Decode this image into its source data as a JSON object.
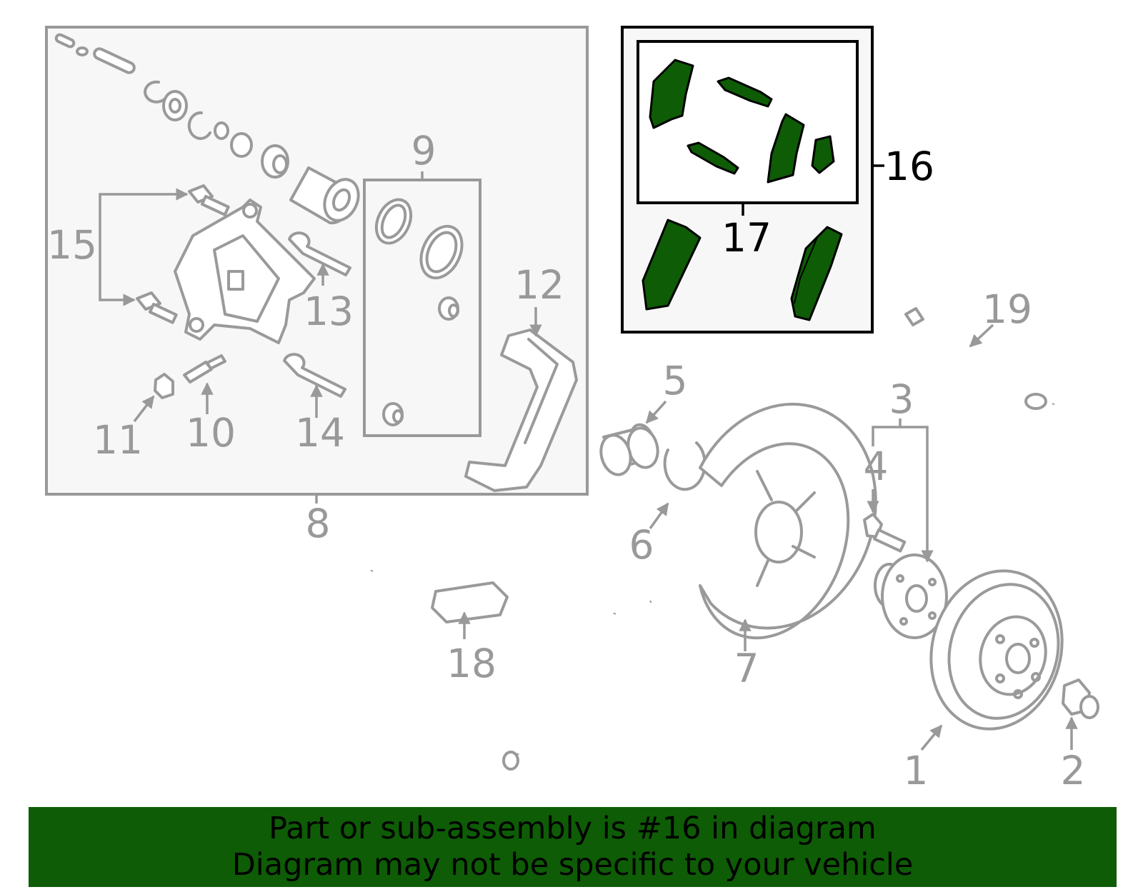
{
  "callouts": {
    "c1": "1",
    "c2": "2",
    "c3": "3",
    "c4": "4",
    "c5": "5",
    "c6": "6",
    "c7": "7",
    "c8": "8",
    "c9": "9",
    "c10": "10",
    "c11": "11",
    "c12": "12",
    "c13": "13",
    "c14": "14",
    "c15": "15",
    "c16": "16",
    "c17": "17",
    "c18": "18",
    "c19": "19"
  },
  "highlight": {
    "callout": "16",
    "color": "#0e5c06",
    "outline_color": "#000000",
    "dim_color": "#999999"
  },
  "banner": {
    "line1": "Part or sub-assembly is #16 in diagram",
    "line2": "Diagram may not be specific to your vehicle"
  }
}
